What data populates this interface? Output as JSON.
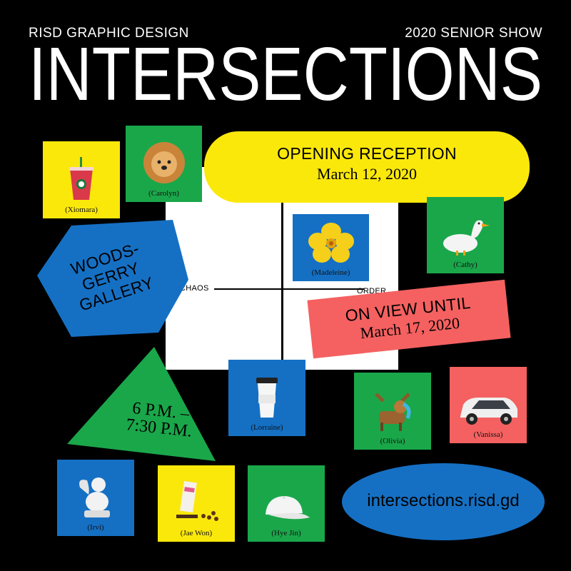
{
  "header": {
    "left": "RISD GRAPHIC DESIGN",
    "right": "2020 SENIOR SHOW",
    "title": "INTERSECTIONS"
  },
  "axes": {
    "left": "CHAOS",
    "right": "ORDER"
  },
  "reception": {
    "label": "OPENING RECEPTION",
    "date": "March 12, 2020"
  },
  "on_view": {
    "label": "ON VIEW UNTIL",
    "date": "March 17, 2020"
  },
  "gallery": {
    "line1": "WOODS-",
    "line2": "GERRY",
    "line3": "GALLERY"
  },
  "time": {
    "line1": "6 P.M. –",
    "line2": "7:30 P.M."
  },
  "website": "intersections.risd.gd",
  "cards": {
    "xiomara": "(Xiomara)",
    "carolyn": "(Carolyn)",
    "madeleine": "(Madeleine)",
    "cathy": "(Cathy)",
    "lorraine": "(Lorraine)",
    "olivia": "(Olivia)",
    "vanissa": "(Vanissa)",
    "irvi": "(Irvi)",
    "jae_won": "(Jae Won)",
    "hye_jin": "(Hye Jin)"
  },
  "colors": {
    "yellow": "#fbe80b",
    "green": "#1aa74a",
    "blue": "#1570c4",
    "red": "#f46160",
    "black": "#000000",
    "white": "#ffffff"
  }
}
